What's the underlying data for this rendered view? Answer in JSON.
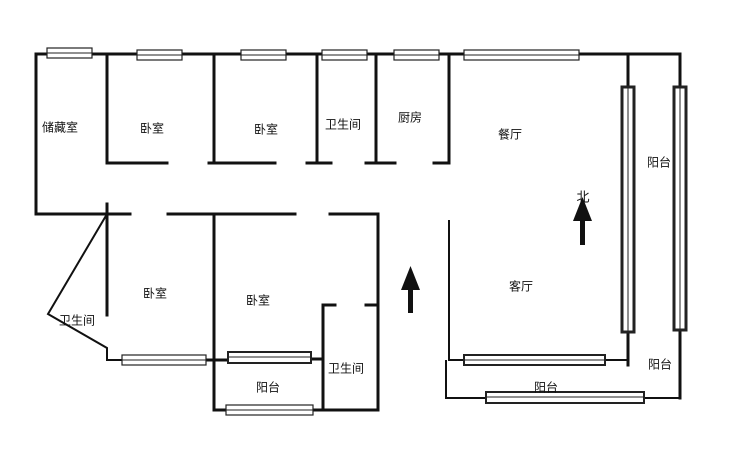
{
  "rooms": [
    {
      "label": "储藏室"
    },
    {
      "label": "卧室"
    },
    {
      "label": "卧室"
    },
    {
      "label": "卫生间"
    },
    {
      "label": "厨房"
    },
    {
      "label": "餐厅"
    },
    {
      "label": "阳台"
    },
    {
      "label": "客厅"
    },
    {
      "label": "卧室"
    },
    {
      "label": "卧室"
    },
    {
      "label": "卫生间"
    },
    {
      "label": "卫生间"
    },
    {
      "label": "阳台"
    },
    {
      "label": "阳台"
    },
    {
      "label": "阳台"
    }
  ],
  "compass": {
    "label": "北",
    "icon": "north-arrow-icon"
  },
  "colors": {
    "wall": "#111111",
    "background": "#ffffff"
  }
}
